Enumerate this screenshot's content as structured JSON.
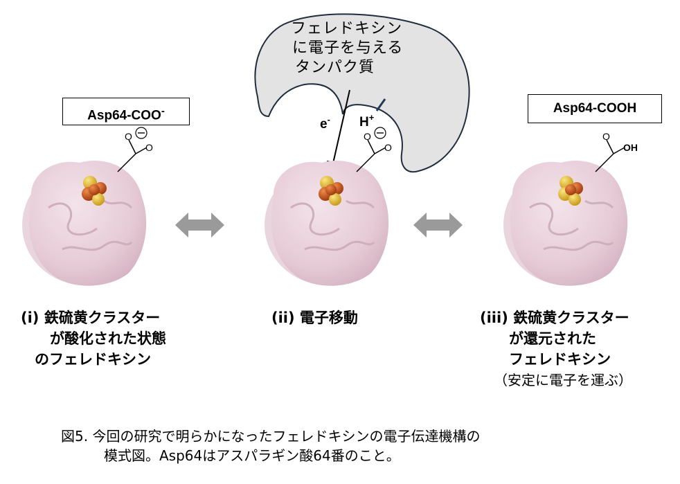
{
  "protein_bubble": {
    "lines": [
      "フェレドキシン",
      "に電子を与える",
      "タンパク質"
    ]
  },
  "labels": {
    "electron": "e",
    "electron_sup": "-",
    "proton": "H",
    "proton_sup": "+"
  },
  "boxes": {
    "left": "Asp64-COO",
    "left_sup": "-",
    "right": "Asp64-COOH"
  },
  "carboxylate": {
    "o": "O",
    "oh": "OH",
    "minus": "−"
  },
  "stages": {
    "i": [
      "(i) 鉄硫黄クラスター",
      "が酸化された状態",
      "のフェレドキシン"
    ],
    "ii": [
      "(ii) 電子移動"
    ],
    "iii": [
      "(iii) 鉄硫黄クラスター",
      "が還元された",
      "フェレドキシン"
    ],
    "iii_note": "（安定に電子を運ぶ）"
  },
  "caption": {
    "line1": "図5. 今回の研究で明らかになったフェレドキシンの電子伝達機構の",
    "line2": "模式図。Asp64はアスパラギン酸64番のこと。"
  },
  "colors": {
    "protein": "#e8cfd9",
    "protein_shadow": "#d3b3c1",
    "cluster_iron": "#c8551e",
    "cluster_sulfur": "#e9c23c",
    "bubble_fill": "#e3e3e3",
    "bubble_stroke": "#1f2d3d",
    "arrow_gray": "#9a9a9a"
  }
}
